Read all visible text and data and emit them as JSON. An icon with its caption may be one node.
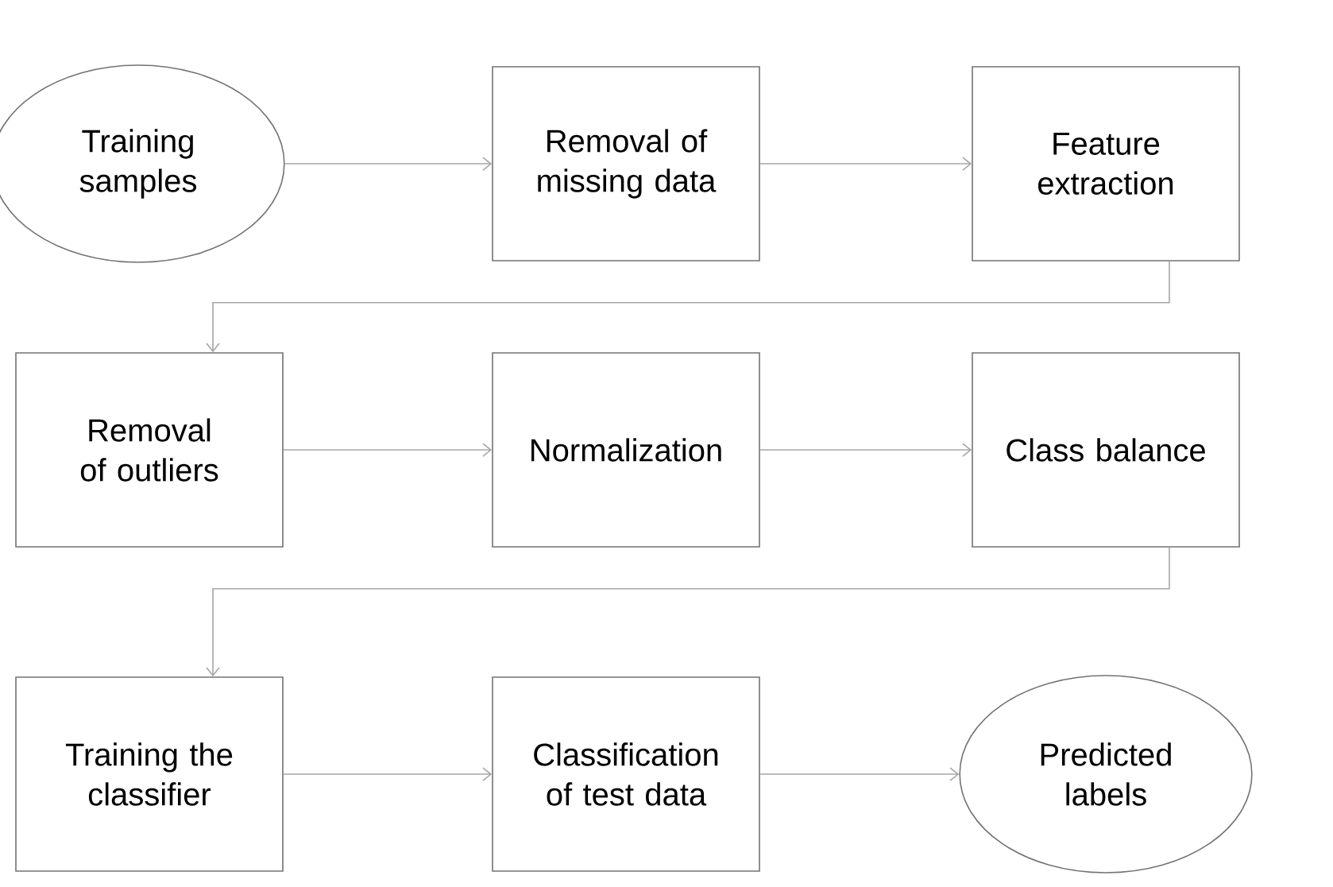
{
  "diagram": {
    "nodes": [
      {
        "text": [
          "Training samples"
        ]
      },
      {
        "text": [
          "Removal of missing data"
        ]
      },
      {
        "text": [
          "Feature extraction"
        ]
      },
      {
        "text": [
          "Removal of outliers"
        ]
      },
      {
        "text": [
          "Normalization"
        ]
      },
      {
        "text": [
          "Class balance"
        ]
      },
      {
        "text": [
          "Training the classifier"
        ]
      },
      {
        "text": [
          "Classification of test data"
        ]
      },
      {
        "text": [
          "Predicted labels"
        ]
      }
    ],
    "edges": [
      {
        "from": 0,
        "to": 1,
        "arrow": "to"
      },
      {
        "from": 1,
        "to": 2,
        "arrow": "to"
      },
      {
        "from": 2,
        "to": 3,
        "arrow": "to"
      },
      {
        "from": 3,
        "to": 4,
        "arrow": "to"
      },
      {
        "from": 4,
        "to": 5,
        "arrow": "to"
      },
      {
        "from": 5,
        "to": 6,
        "arrow": "to"
      },
      {
        "from": 6,
        "to": 7,
        "arrow": "to"
      },
      {
        "from": 7,
        "to": 8,
        "arrow": "to"
      }
    ]
  }
}
